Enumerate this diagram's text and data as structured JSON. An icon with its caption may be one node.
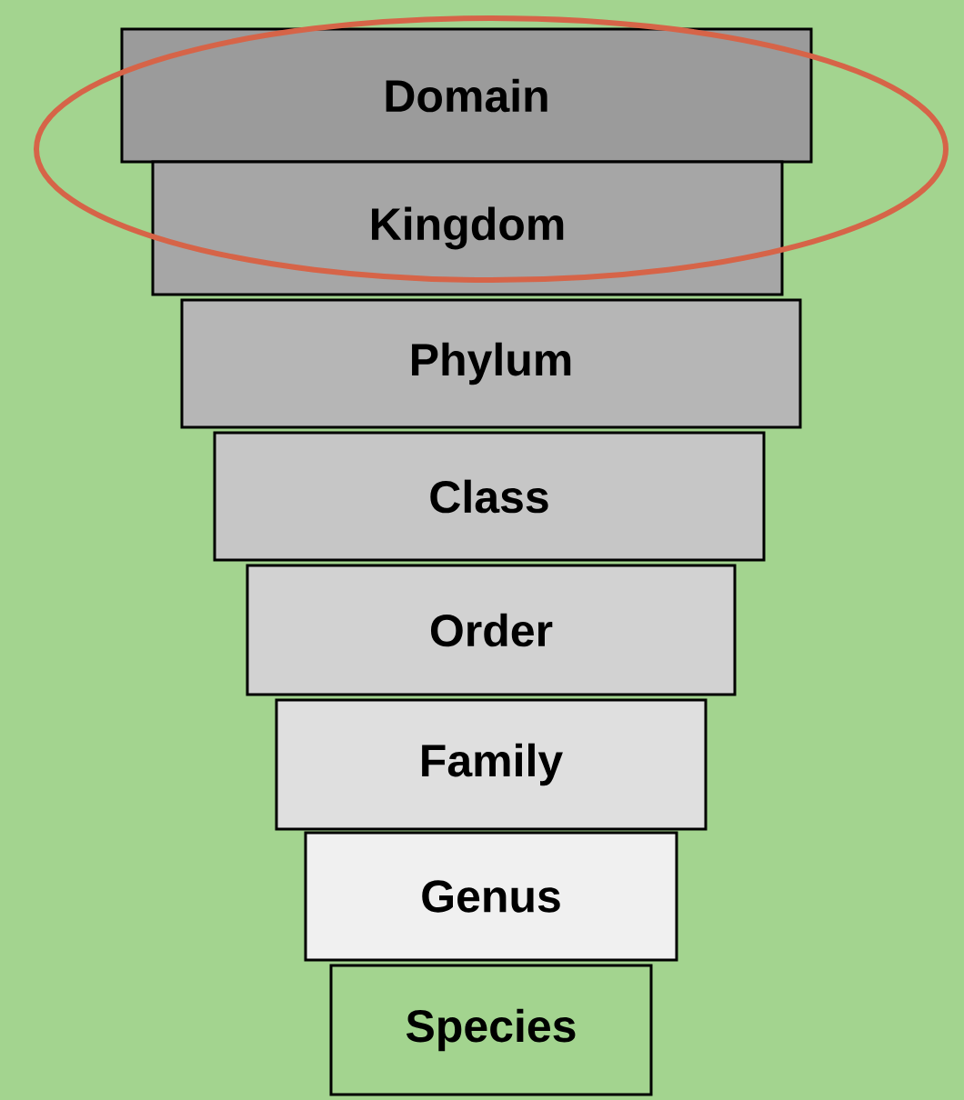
{
  "diagram": {
    "nodes": [
      {
        "text": [
          "Domain"
        ]
      },
      {
        "text": [
          "Kingdom"
        ]
      },
      {
        "text": [
          "Phylum"
        ]
      },
      {
        "text": [
          "Class"
        ]
      },
      {
        "text": [
          "Order"
        ]
      },
      {
        "text": [
          "Family"
        ]
      },
      {
        "text": [
          "Genus"
        ]
      },
      {
        "text": [
          "Species"
        ]
      }
    ]
  }
}
